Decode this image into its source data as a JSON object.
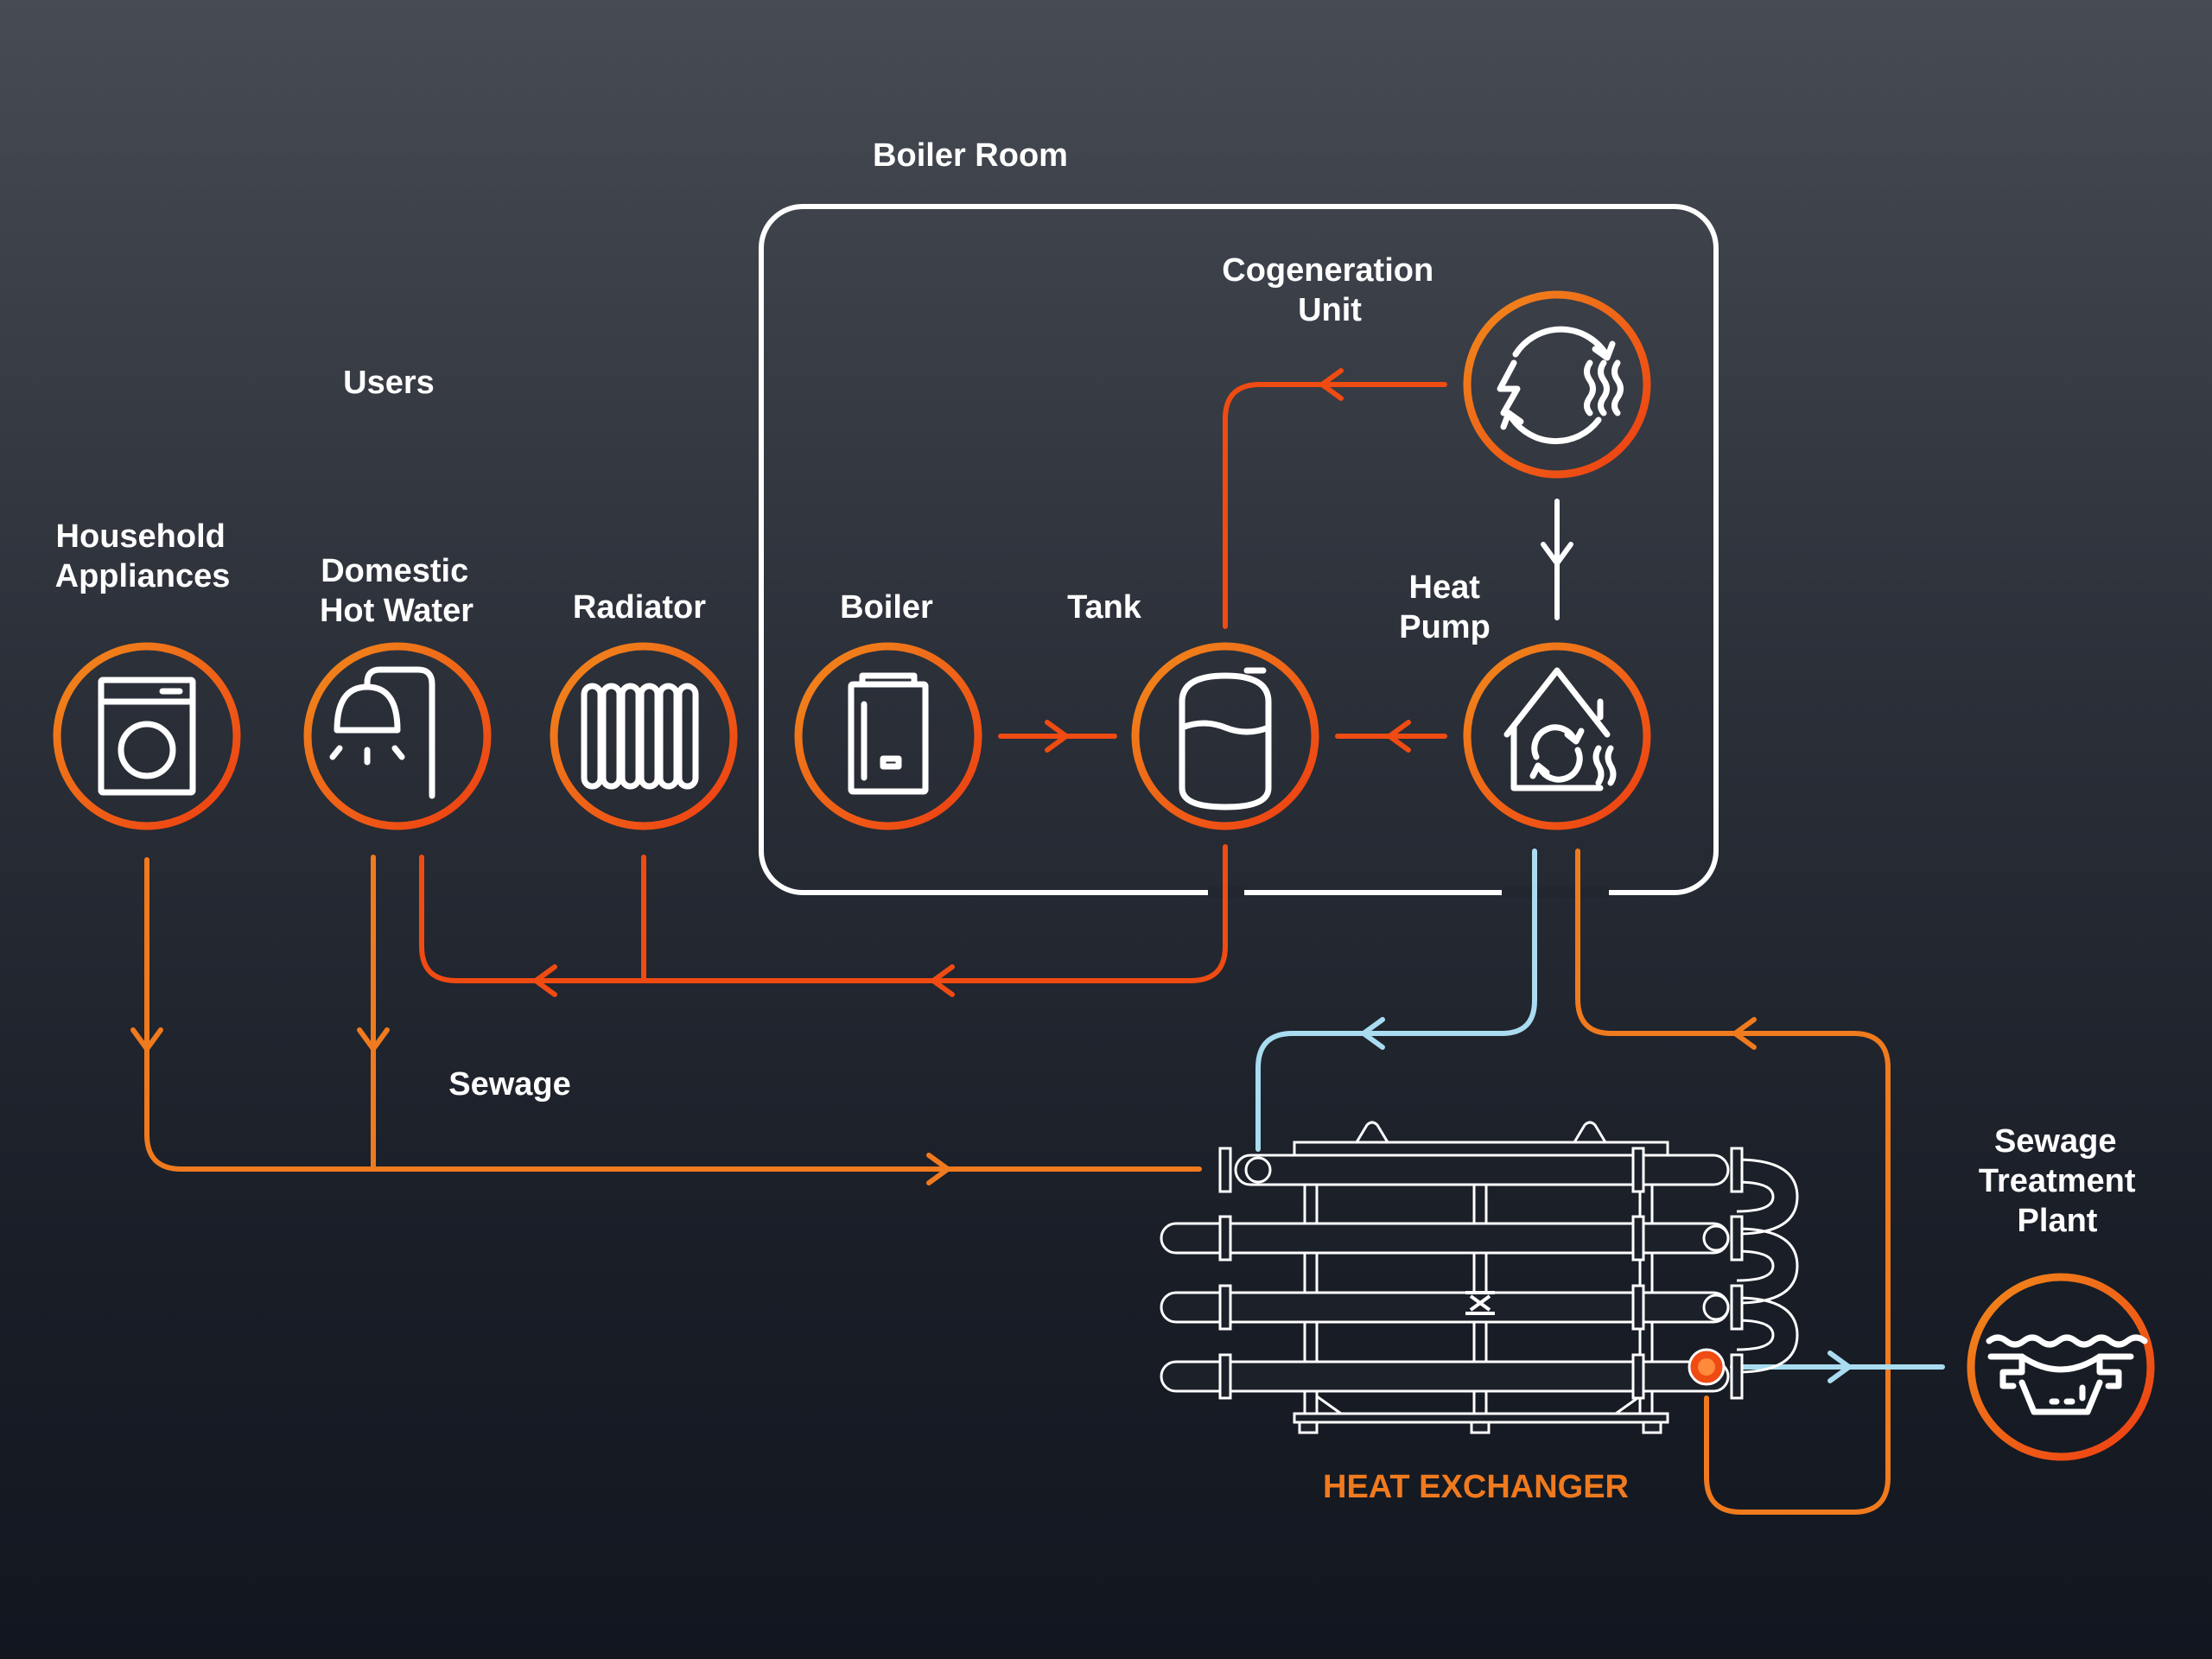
{
  "title": "Boiler Room",
  "colors": {
    "hot": "#ef4b12",
    "warm": "#f07a1e",
    "cold": "#a9dcf0",
    "outline": "#ffffff"
  },
  "groups": {
    "boiler_room": "Boiler Room",
    "users": "Users",
    "sewage": "Sewage"
  },
  "nodes": {
    "household_appliances": {
      "label": [
        "Household",
        "Appliances"
      ],
      "icon": "washing-machine-icon"
    },
    "domestic_hot_water": {
      "label": [
        "Domestic",
        "Hot Water"
      ],
      "icon": "shower-icon"
    },
    "radiator": {
      "label": [
        "Radiator"
      ],
      "icon": "radiator-icon"
    },
    "boiler": {
      "label": [
        "Boiler"
      ],
      "icon": "boiler-icon"
    },
    "tank": {
      "label": [
        "Tank"
      ],
      "icon": "tank-icon"
    },
    "heat_pump": {
      "label": [
        "Heat",
        "Pump"
      ],
      "icon": "heat-pump-icon"
    },
    "cogeneration_unit": {
      "label": [
        "Cogeneration",
        "Unit"
      ],
      "icon": "cogeneration-icon"
    },
    "sewage_treatment_plant": {
      "label": [
        "Sewage",
        "Treatment",
        "Plant"
      ],
      "icon": "sewage-treatment-icon"
    },
    "heat_exchanger": {
      "label": "HEAT EXCHANGER",
      "icon": "heat-exchanger-icon"
    }
  },
  "flows": [
    {
      "from": "cogeneration_unit",
      "to": "tank",
      "type": "hot"
    },
    {
      "from": "cogeneration_unit",
      "to": "heat_pump",
      "type": "outline"
    },
    {
      "from": "boiler",
      "to": "tank",
      "type": "hot"
    },
    {
      "from": "heat_pump",
      "to": "tank",
      "type": "hot"
    },
    {
      "from": "tank",
      "to": "domestic_hot_water",
      "type": "hot"
    },
    {
      "from": "tank",
      "to": "radiator",
      "type": "hot"
    },
    {
      "from": "household_appliances",
      "to": "heat_exchanger",
      "type": "warm"
    },
    {
      "from": "domestic_hot_water",
      "to": "heat_exchanger",
      "type": "warm"
    },
    {
      "from": "heat_pump",
      "to": "heat_exchanger",
      "type": "cold"
    },
    {
      "from": "heat_exchanger",
      "to": "heat_pump",
      "type": "warm"
    },
    {
      "from": "heat_exchanger",
      "to": "sewage_treatment_plant",
      "type": "cold"
    }
  ]
}
